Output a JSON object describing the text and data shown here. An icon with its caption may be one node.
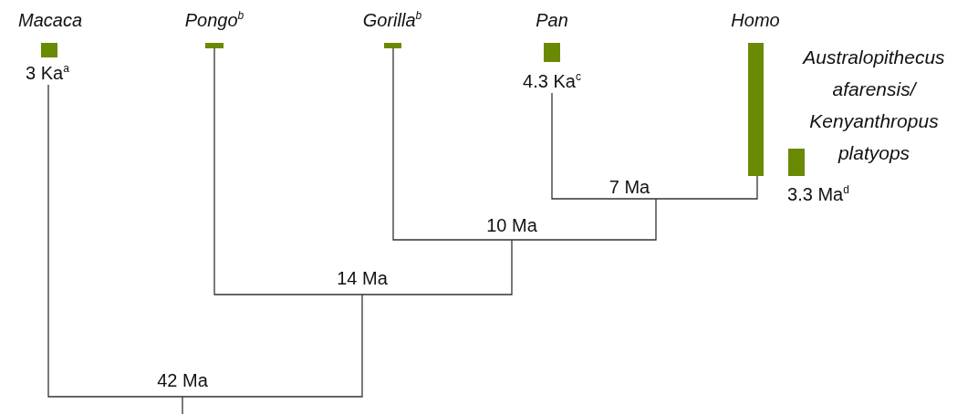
{
  "diagram": {
    "nodes": [
      {
        "text": [
          "Macaca"
        ],
        "beside": [
          "3 Ka$^{a}$"
        ]
      },
      {
        "text": [
          "Pongo$^{b}$"
        ]
      },
      {
        "text": [
          "Gorilla$^{b}$"
        ]
      },
      {
        "text": [
          "Pan"
        ],
        "beside": [
          "4.3 Ka$^{c}$"
        ]
      },
      {
        "text": [
          "Homo"
        ]
      },
      {
        "text": [
          "Australopithecus afarensis/ Kenyanthropus platyops"
        ],
        "beside": [
          "3.3 Ma$^{d}$"
        ]
      },
      {
        "text": [
          "7 Ma"
        ]
      },
      {
        "text": [
          "10 Ma"
        ]
      },
      {
        "text": [
          "14 Ma"
        ]
      },
      {
        "text": [
          "42 Ma"
        ]
      }
    ],
    "edges": [
      {
        "from": 6,
        "to": 3,
        "arrow": "none"
      },
      {
        "from": 6,
        "to": 4,
        "arrow": "none"
      },
      {
        "from": 7,
        "to": 2,
        "arrow": "none"
      },
      {
        "from": 7,
        "to": 6,
        "arrow": "none"
      },
      {
        "from": 8,
        "to": 1,
        "arrow": "none"
      },
      {
        "from": 8,
        "to": 7,
        "arrow": "none"
      },
      {
        "from": 9,
        "to": 0,
        "arrow": "none"
      },
      {
        "from": 9,
        "to": 8,
        "arrow": "none"
      },
      {
        "from": 9,
        "to": null,
        "arrow": "none"
      }
    ]
  }
}
